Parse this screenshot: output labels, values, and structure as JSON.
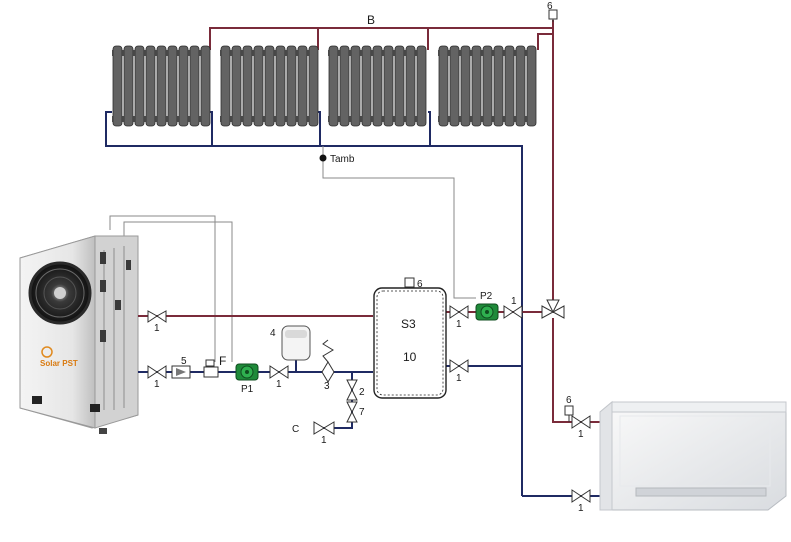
{
  "labels": {
    "supply_line": "B",
    "ambient_sensor": "Tamb",
    "tank": "S3",
    "tank_sensor_num": "6",
    "tank_inner_num": "10",
    "pump1": "P1",
    "pump2": "P2",
    "filter": "F",
    "cold_water": "C",
    "expansion_vessel_num": "4",
    "safety_valve_num": "3",
    "check_valve_num": "5",
    "fill_valve_num": "2",
    "drain_valve_num": "7",
    "air_vent_num": "6",
    "fancoil_air_vent_num": "6",
    "valve_num": "1",
    "heat_pump_brand": "Solar PST"
  },
  "colors": {
    "flow_pipe": "#7a2b3a",
    "return_pipe": "#1f2a63",
    "signal_wire": "#8a8a8a",
    "radiator": "#5b5b5b",
    "pump": "#1f8a3a"
  }
}
